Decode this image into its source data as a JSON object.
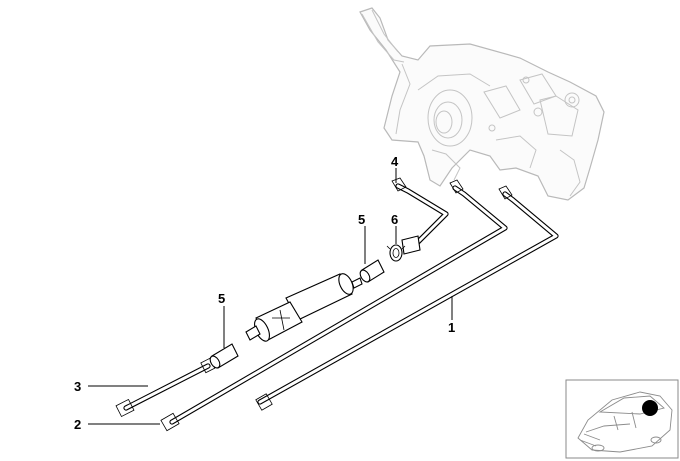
{
  "callouts": [
    {
      "id": "c1",
      "label": "1"
    },
    {
      "id": "c2",
      "label": "2"
    },
    {
      "id": "c3",
      "label": "3"
    },
    {
      "id": "c4",
      "label": "4"
    },
    {
      "id": "c5a",
      "label": "5"
    },
    {
      "id": "c5b",
      "label": "5"
    },
    {
      "id": "c6",
      "label": "6"
    }
  ],
  "colors": {
    "line": "#000000",
    "tank_outline": "#b9b9b9",
    "inset_border": "#8a8a8a",
    "locator_dot": "#000000"
  }
}
